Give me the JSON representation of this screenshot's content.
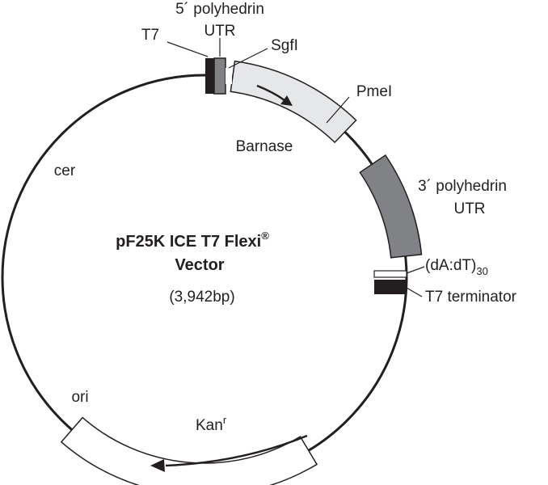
{
  "title": {
    "line1": "pF25K ICE T7 Flexi",
    "reg": "®",
    "line2": "Vector",
    "size": "(3,942bp)"
  },
  "labels": {
    "polyhedrin5_line1": "5´ polyhedrin",
    "polyhedrin5_line2": "UTR",
    "t7": "T7",
    "sgfi": "SgfI",
    "pmei": "PmeI",
    "barnase": "Barnase",
    "polyhedrin3_line1": "3´ polyhedrin",
    "polyhedrin3_line2": "UTR",
    "dadt": "(dA:dT)",
    "dadt_sub": "30",
    "t7_terminator": "T7 terminator",
    "cer": "cer",
    "ori": "ori",
    "kan": "Kan",
    "kan_sup": "r"
  },
  "colors": {
    "line": "#231f20",
    "barnase_fill": "#e6e7e8",
    "utr3_fill": "#808285",
    "utr5_fill": "#808285",
    "t7_fill": "#231f20",
    "kan_fill": "#ffffff"
  }
}
